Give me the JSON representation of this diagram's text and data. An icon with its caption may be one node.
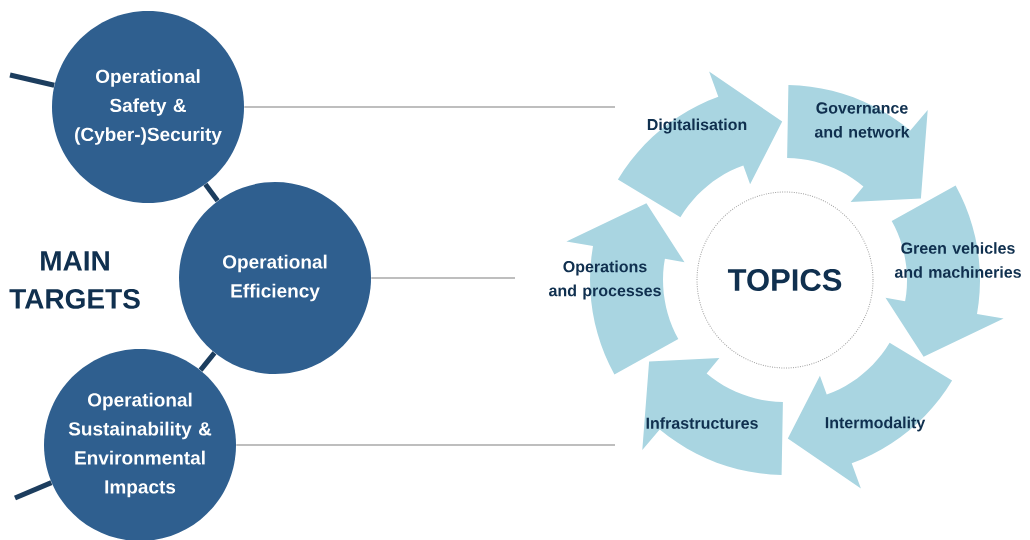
{
  "diagram": {
    "nodes": [
      {
        "text": [
          "Operational Safety & (Cyber-)Security"
        ]
      },
      {
        "text": [
          "Operational Efficiency"
        ]
      },
      {
        "text": [
          "Operational Sustainability & Environmental Impacts"
        ]
      },
      {
        "text": [
          "TOPICS"
        ]
      },
      {
        "text": [
          "Digitalisation"
        ]
      },
      {
        "text": [
          "Governance and network"
        ]
      },
      {
        "text": [
          "Green vehicles and machineries"
        ]
      },
      {
        "text": [
          "Intermodality"
        ]
      },
      {
        "text": [
          "Infrastructures"
        ]
      },
      {
        "text": [
          "Operations and processes"
        ]
      }
    ],
    "edges": [
      {
        "from": null,
        "to": 0,
        "arrow": "none"
      },
      {
        "from": 0,
        "to": 1,
        "arrow": "none"
      },
      {
        "from": 1,
        "to": 2,
        "arrow": "none"
      },
      {
        "from": null,
        "to": 2,
        "arrow": "none"
      },
      {
        "from": 0,
        "to": null,
        "arrow": "none",
        "color": "#7f7f7f"
      },
      {
        "from": 1,
        "to": null,
        "arrow": "none",
        "color": "#7f7f7f"
      },
      {
        "from": 2,
        "to": null,
        "arrow": "none",
        "color": "#7f7f7f"
      }
    ],
    "labels": [
      "MAIN TARGETS"
    ]
  }
}
